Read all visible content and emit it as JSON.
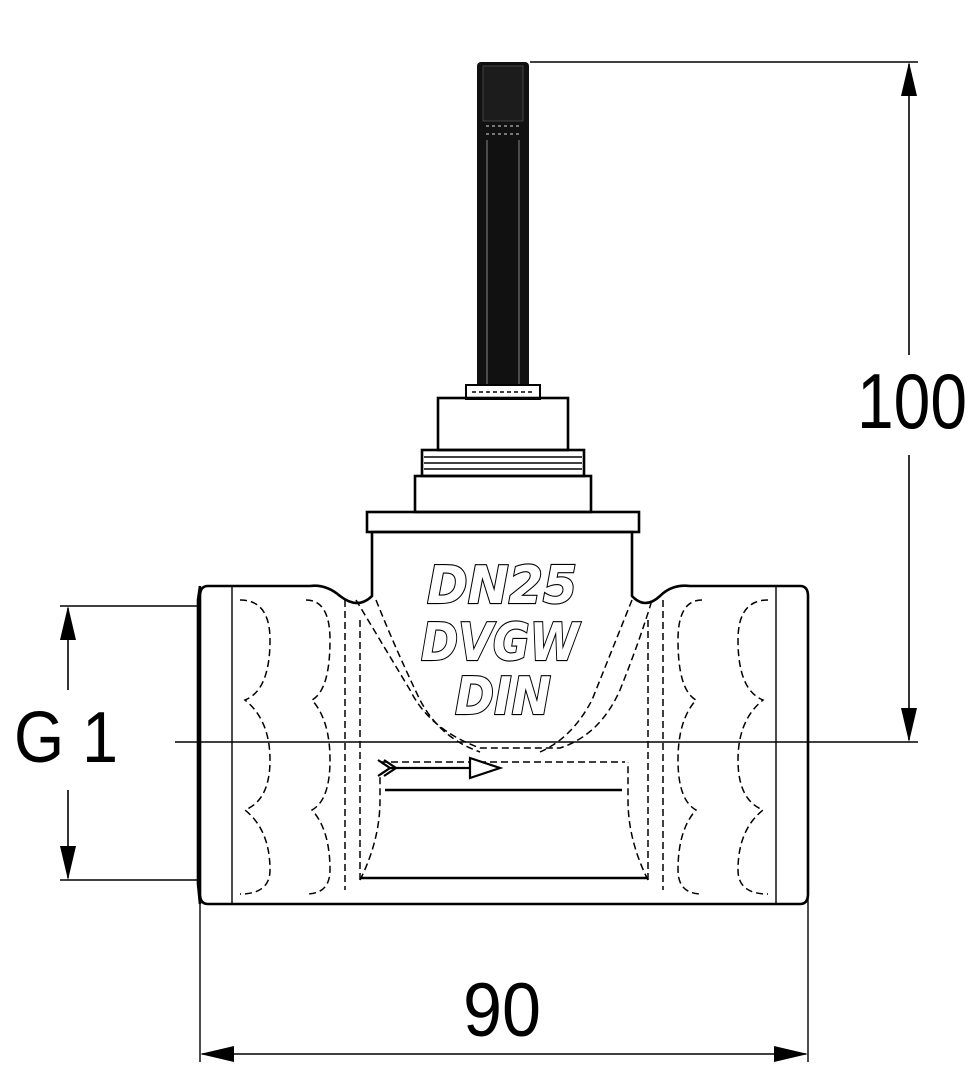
{
  "dimensions": {
    "height": "100",
    "width": "90",
    "thread": "G 1"
  },
  "body_marking": {
    "line1": "DN25",
    "line2": "DVGW",
    "line3": "DIN"
  }
}
